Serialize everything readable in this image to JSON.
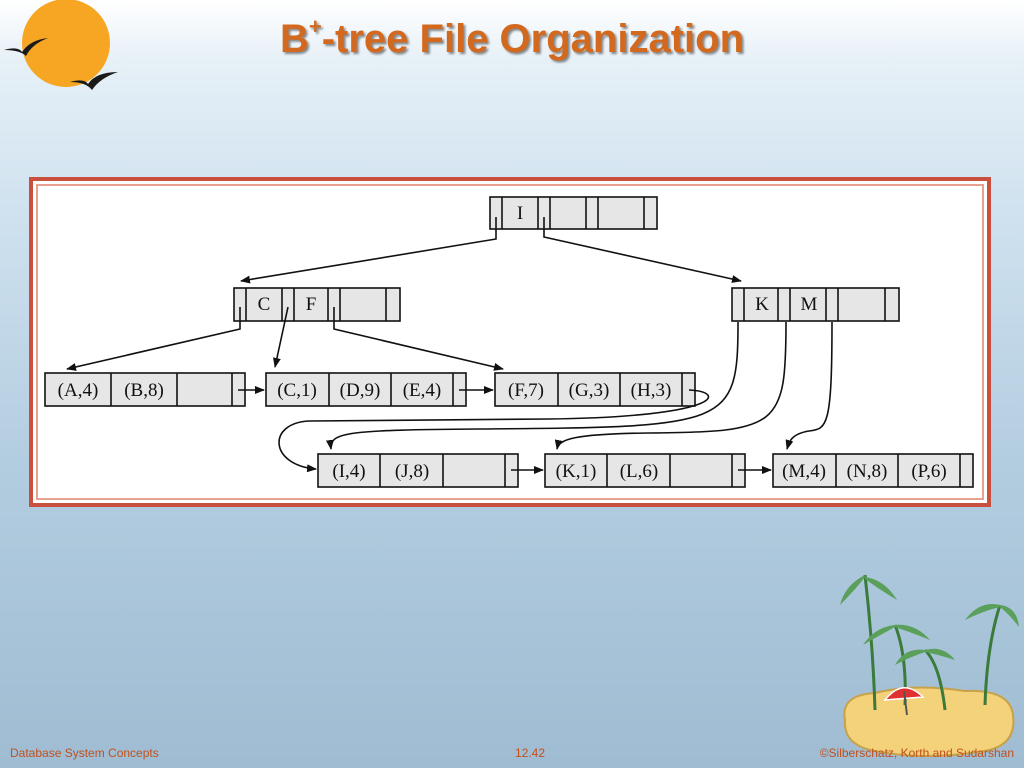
{
  "slide": {
    "title_main": "B",
    "title_sup": "+",
    "title_rest": "-tree File Organization"
  },
  "tree": {
    "root": [
      "I"
    ],
    "internal_left": [
      "C",
      "F"
    ],
    "internal_right": [
      "K",
      "M"
    ],
    "leaves": [
      [
        "(A,4)",
        "(B,8)"
      ],
      [
        "(C,1)",
        "(D,9)",
        "(E,4)"
      ],
      [
        "(F,7)",
        "(G,3)",
        "(H,3)"
      ],
      [
        "(I,4)",
        "(J,8)"
      ],
      [
        "(K,1)",
        "(L,6)"
      ],
      [
        "(M,4)",
        "(N,8)",
        "(P,6)"
      ]
    ]
  },
  "footer": {
    "left": "Database System Concepts",
    "center": "12.42",
    "right": "©Silberschatz, Korth and Sudarshan"
  },
  "colors": {
    "title": "#d2691e",
    "footer": "#c0501e",
    "frame_border": "#c8503c",
    "node_fill": "#e6e6e6"
  }
}
